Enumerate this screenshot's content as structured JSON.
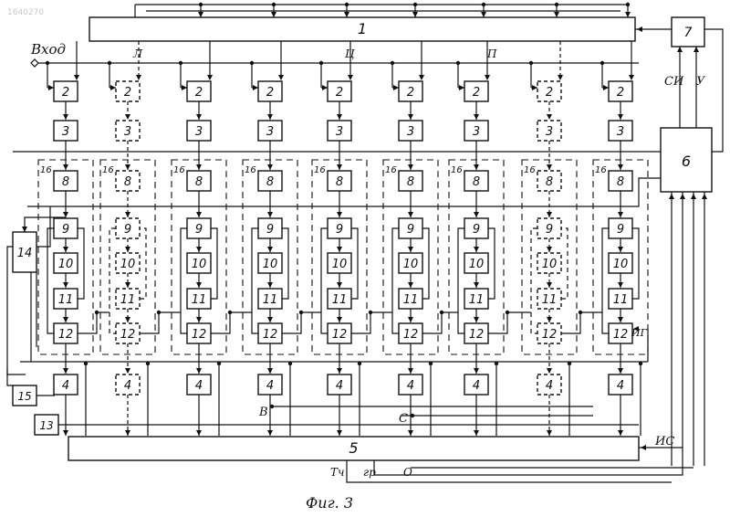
{
  "watermark": "1640270",
  "caption": "Фиг. 3",
  "input_label": "Вход",
  "bus_top": {
    "label": "1"
  },
  "bus_bottom": {
    "label": "5"
  },
  "top_taps": [
    "Л",
    "Ц",
    "П"
  ],
  "side_blocks": [
    {
      "id": "b6",
      "label": "6"
    },
    {
      "id": "b7",
      "label": "7"
    },
    {
      "id": "b14",
      "label": "14"
    },
    {
      "id": "b15",
      "label": "15"
    },
    {
      "id": "b13",
      "label": "13"
    }
  ],
  "signals": {
    "si": "СИ",
    "u": "У",
    "ig": "ИГ",
    "is": "ИС",
    "v": "В",
    "s": "С",
    "tch": "Тч",
    "gr": "гр",
    "o": "О"
  },
  "column_block_labels": [
    "2",
    "3",
    "8",
    "9",
    "10",
    "11",
    "12",
    "4"
  ],
  "group_label": "16",
  "columns": [
    {
      "dashed": false
    },
    {
      "dashed": true
    },
    {
      "dashed": false
    },
    {
      "dashed": false
    },
    {
      "dashed": false
    },
    {
      "dashed": false
    },
    {
      "dashed": false
    },
    {
      "dashed": true
    },
    {
      "dashed": false
    }
  ],
  "colors": {
    "ink": "#111111",
    "paper": "#ffffff",
    "watermark": "#c8c8c8"
  }
}
